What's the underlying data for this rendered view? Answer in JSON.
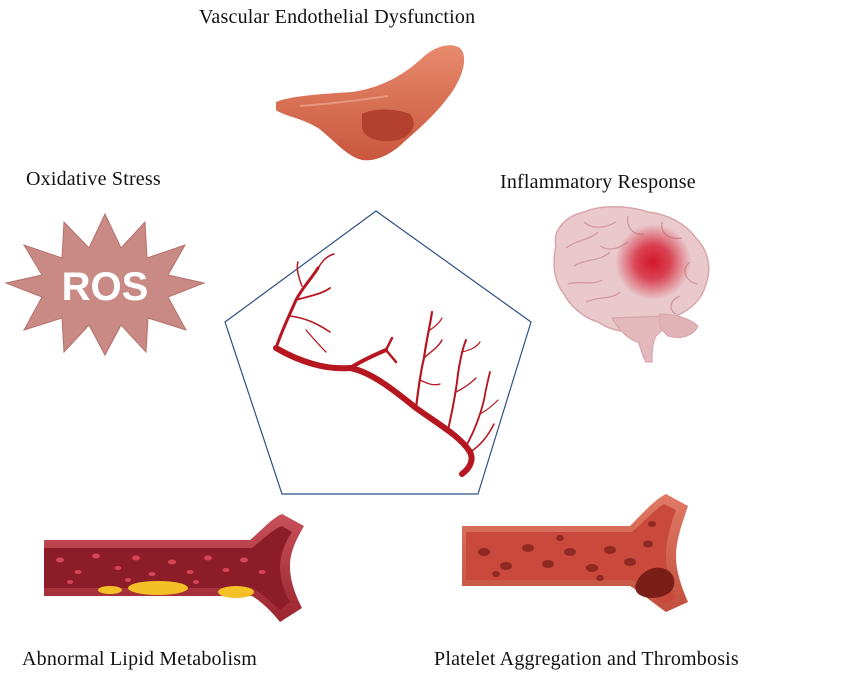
{
  "labels": {
    "vascular": "Vascular Endothelial Dysfunction",
    "oxidative": "Oxidative Stress",
    "inflammatory": "Inflammatory Response",
    "lipid": "Abnormal Lipid Metabolism",
    "platelet": "Platelet Aggregation and Thrombosis"
  },
  "ros_text": "ROS",
  "colors": {
    "vessel_red": "#b5161f",
    "pentagon_stroke": "#2e4f86",
    "ros_fill": "#c98a85",
    "endothelial_cell": "#d3654c",
    "brain": "#e9c9cc",
    "inflammation": "#d4162b",
    "lipid_plaque": "#f3c026"
  }
}
